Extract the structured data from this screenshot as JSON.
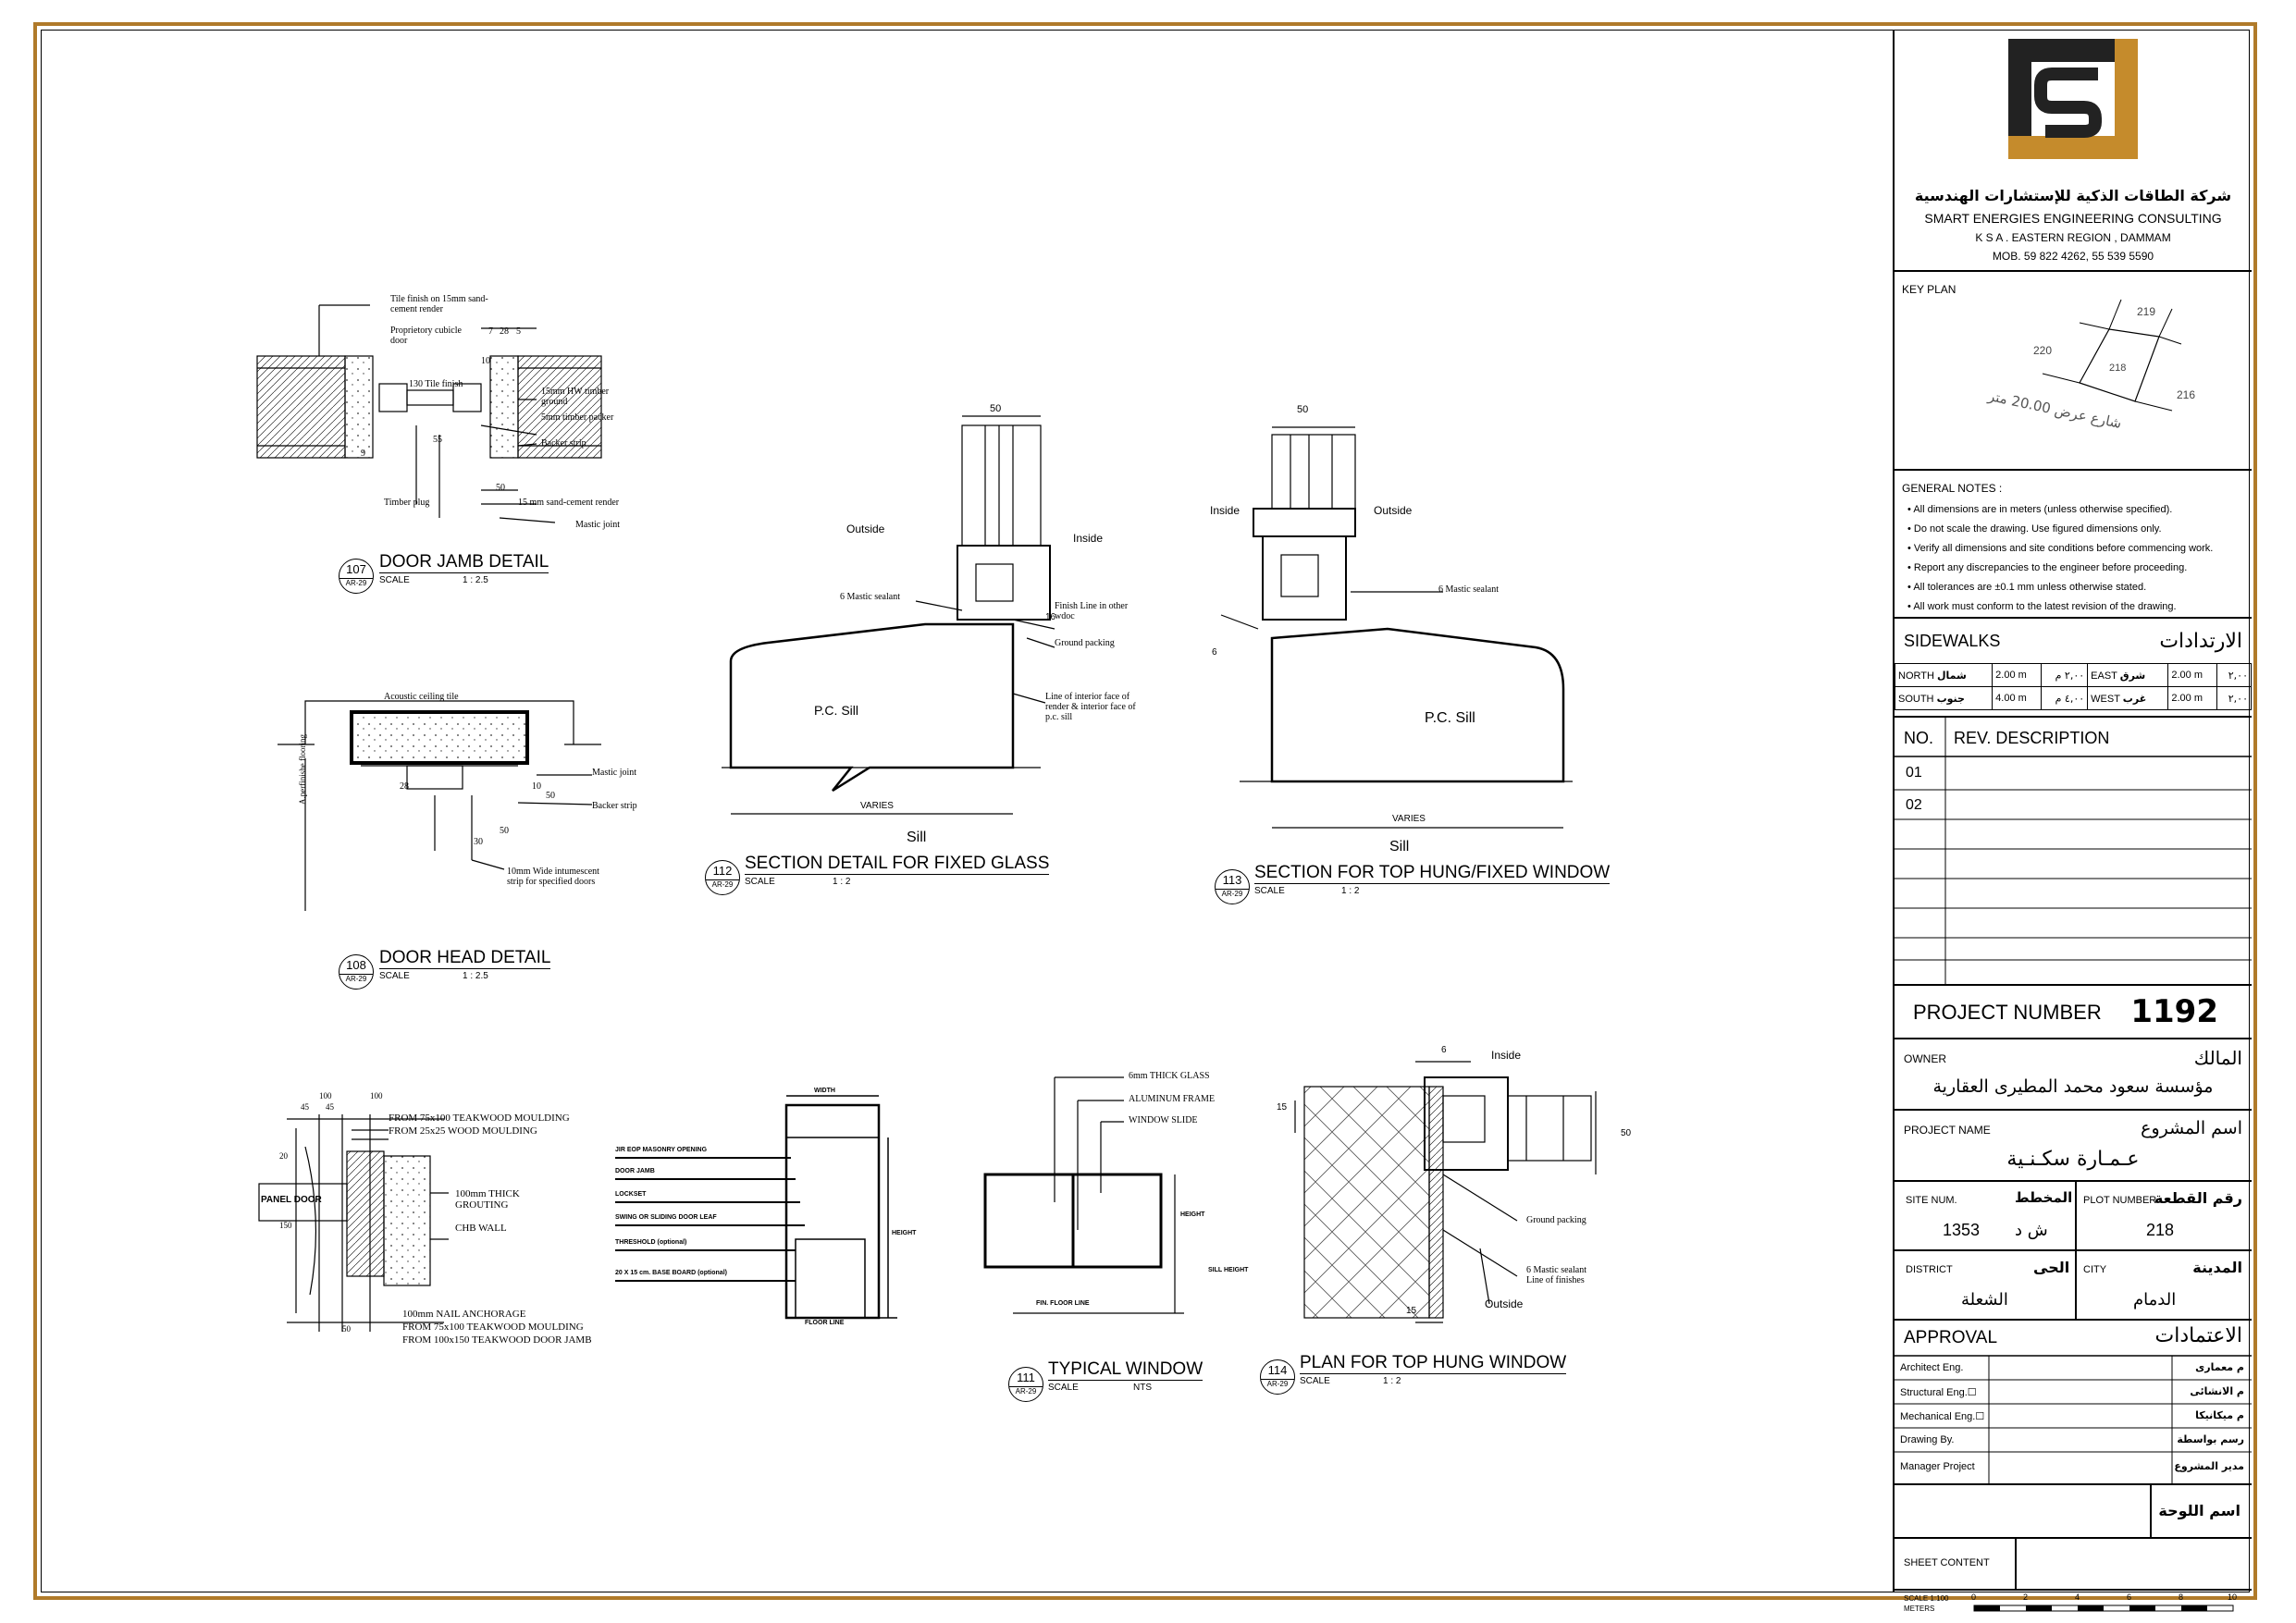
{
  "colors": {
    "frame": "#b07a2a",
    "logo_gold": "#c58b2c",
    "logo_dark": "#222222"
  },
  "company": {
    "name_ar": "شركة الطاقات الذكية للإستشارات الهندسية",
    "name_en": "SMART ENERGIES ENGINEERING CONSULTING",
    "region": "K S A . EASTERN REGION , DAMMAM",
    "mobile": "MOB. 59 822 4262, 55 539 5590"
  },
  "key_plan": {
    "title": "KEY PLAN",
    "plots": [
      "219",
      "220",
      "218",
      "216"
    ],
    "street": "شارع عرض 20.00 متر"
  },
  "general_notes": {
    "title": "GENERAL NOTES :",
    "items": [
      "All dimensions are in meters (unless otherwise specified).",
      "Do not scale the drawing. Use figured dimensions only.",
      "Verify all dimensions and site conditions before commencing work.",
      "Report any discrepancies to the engineer before proceeding.",
      "All tolerances are ±0.1 mm unless otherwise stated.",
      "All work must conform to the latest revision of the drawing."
    ]
  },
  "sidewalks": {
    "title_en": "SIDEWALKS",
    "title_ar": "الارتدادات",
    "north": {
      "en": "NORTH",
      "ar": "شمال",
      "val": "2.00 m",
      "val_ar": "٢,٠٠ م"
    },
    "south": {
      "en": "SOUTH",
      "ar": "جنوب",
      "val": "4.00 m",
      "val_ar": "٤,٠٠ م"
    },
    "east": {
      "en": "EAST",
      "ar": "شرق",
      "val": "2.00 m",
      "val_ar": "٢,٠٠"
    },
    "west": {
      "en": "WEST",
      "ar": "غرب",
      "val": "2.00 m",
      "val_ar": "٢,٠٠"
    }
  },
  "revisions": {
    "no_label": "NO.",
    "desc_label": "REV. DESCRIPTION",
    "rows": [
      "01",
      "02"
    ]
  },
  "project": {
    "number_label": "PROJECT NUMBER",
    "number": "1192",
    "owner_label": "OWNER",
    "owner_label_ar": "المالك",
    "owner": "مؤسسة سعود محمد المطيرى العقارية",
    "name_label": "PROJECT NAME",
    "name_label_ar": "اسم المشروع",
    "name": "عـمـارة سكـنـية",
    "site_num_label": "SITE NUM.",
    "site_num_label_ar": "المخطط",
    "site_num": "1353",
    "site_num_ar": "ش د",
    "plot_label": "PLOT NUMBER",
    "plot_label_ar": "رقم القطعة",
    "plot": "218",
    "district_label": "DISTRICT",
    "district_label_ar": "الحى",
    "district": "الشعلة",
    "city_label": "CITY",
    "city_label_ar": "المدينة",
    "city": "الدمام"
  },
  "approval": {
    "title_en": "APPROVAL",
    "title_ar": "الاعتمادات",
    "rows": [
      {
        "en": "Architect Eng.",
        "ar": "م معمارى"
      },
      {
        "en": "Structural Eng.☐",
        "ar": "م الانشائى"
      },
      {
        "en": "Mechanical Eng.☐",
        "ar": "م ميكانيكا"
      },
      {
        "en": "Drawing By.",
        "ar": "رسم بواسطة"
      },
      {
        "en": "Manager Project",
        "ar": "مدير المشروع"
      }
    ]
  },
  "sheet": {
    "name_ar": "اسم اللوحة",
    "content_label": "SHEET CONTENT",
    "scale_label": "SCALE 1:100",
    "scale_unit": "METERS",
    "scale_ticks": [
      "0",
      "2",
      "4",
      "6",
      "8",
      "10"
    ]
  },
  "details": [
    {
      "id": "d107",
      "num": "107",
      "sheet": "AR-29",
      "title": "DOOR JAMB DETAIL",
      "scale_label": "SCALE",
      "scale": "1 : 2.5"
    },
    {
      "id": "d108",
      "num": "108",
      "sheet": "AR-29",
      "title": "DOOR HEAD DETAIL",
      "scale_label": "SCALE",
      "scale": "1 : 2.5"
    },
    {
      "id": "d112",
      "num": "112",
      "sheet": "AR-29",
      "title": "SECTION DETAIL FOR FIXED GLASS",
      "scale_label": "SCALE",
      "scale": "1 : 2"
    },
    {
      "id": "d113",
      "num": "113",
      "sheet": "AR-29",
      "title": "SECTION FOR TOP HUNG/FIXED WINDOW",
      "scale_label": "SCALE",
      "scale": "1 : 2"
    },
    {
      "id": "d111",
      "num": "111",
      "sheet": "AR-29",
      "title": "TYPICAL WINDOW",
      "scale_label": "SCALE",
      "scale": "NTS"
    },
    {
      "id": "d114",
      "num": "114",
      "sheet": "AR-29",
      "title": "PLAN FOR TOP HUNG WINDOW",
      "scale_label": "SCALE",
      "scale": "1 : 2"
    }
  ],
  "callouts": {
    "jamb": [
      "Tile finish on 15mm sand-cement render",
      "Proprietory cubicle door",
      "15mm HW timber ground",
      "5mm timber packer",
      "Backer strip",
      "Timber plug",
      "15 mm sand-cement render",
      "Mastic joint"
    ],
    "jamb_dims": [
      "7",
      "28",
      "5",
      "10",
      "55",
      "130 Tile finish",
      "50",
      "9"
    ],
    "head": [
      "Acoustic ceiling tile",
      "Mastic joint",
      "Backer strip",
      "10mm Wide intumescent strip for specified doors",
      "A.perfinishe flooring"
    ],
    "head_dims": [
      "28",
      "10",
      "50",
      "30",
      "50"
    ],
    "fixed": [
      "Outside",
      "Inside",
      "6 Mastic sealant",
      "Finish Line in other wdoc",
      "Ground packing",
      "Line of interior face of render & interior face of p.c. sill",
      "P.C. Sill",
      "VARIES",
      "Sill",
      "50",
      "16"
    ],
    "tophung": [
      "Inside",
      "Outside",
      "6 Mastic sealant",
      "P.C. Sill",
      "VARIES",
      "Sill",
      "50",
      "6"
    ],
    "panel": [
      "FROM 75x100 TEAKWOOD MOULDING",
      "FROM 25x25 WOOD MOULDING",
      "100mm THICK GROUTING",
      "CHB WALL",
      "PANEL DOOR",
      "100mm NAIL ANCHORAGE",
      "FROM 75x100 TEAKWOOD MOULDING",
      "FROM 100x150 TEAKWOOD DOOR JAMB"
    ],
    "panel_dims": [
      "100",
      "45",
      "45",
      "20",
      "150",
      "100",
      "50"
    ],
    "opening": [
      "JIR EOP MASONRY OPENING",
      "DOOR JAMB",
      "LOCKSET",
      "SWING OR SLIDING DOOR LEAF",
      "THRESHOLD (optional)",
      "20 X 15 cm. BASE BOARD (optional)",
      "WIDTH",
      "FLOOR LINE",
      "HEIGHT"
    ],
    "window": [
      "6mm THICK GLASS",
      "ALUMINUM FRAME",
      "WINDOW SLIDE",
      "SILL HEIGHT",
      "FIN. FLOOR LINE",
      "HEIGHT"
    ],
    "plan": [
      "Inside",
      "Outside",
      "Ground packing",
      "6 Mastic sealant Line of finishes",
      "6",
      "15",
      "50",
      "15"
    ]
  }
}
